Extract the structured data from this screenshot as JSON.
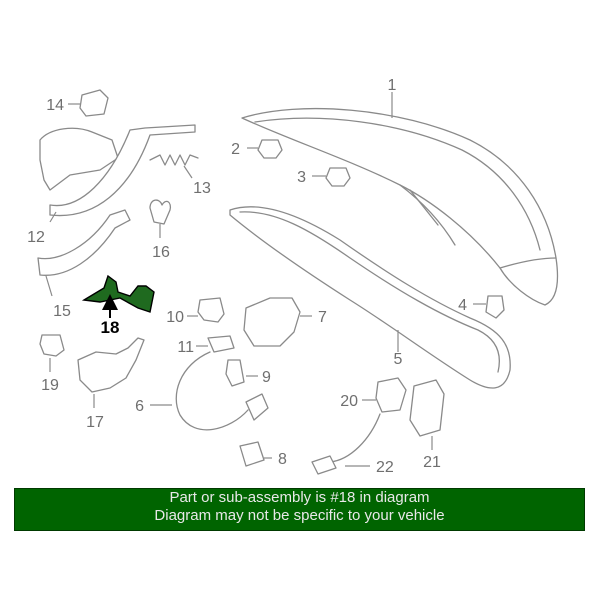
{
  "callouts": [
    "1",
    "2",
    "3",
    "4",
    "5",
    "6",
    "7",
    "8",
    "9",
    "10",
    "11",
    "12",
    "13",
    "14",
    "15",
    "16",
    "17",
    "18",
    "19",
    "20",
    "21",
    "22"
  ],
  "highlight": {
    "label": "18",
    "fill_color": "#006400"
  },
  "banner": {
    "line1": "Part or sub-assembly is #18 in diagram",
    "line2": "Diagram may not be specific to your vehicle",
    "background_color": "#006400",
    "text_color": "#e8e8e8"
  }
}
